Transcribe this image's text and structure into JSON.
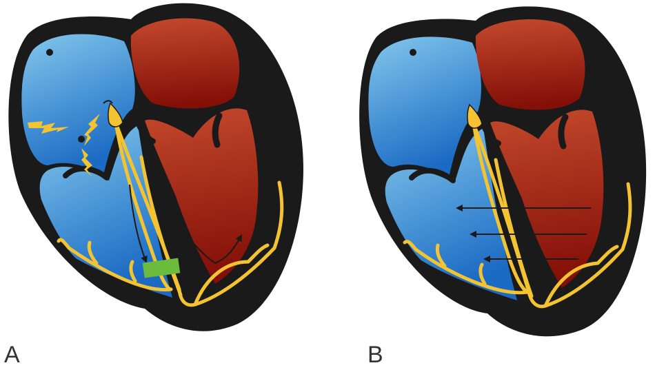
{
  "panels": [
    {
      "letter": "A"
    },
    {
      "letter": "B"
    }
  ],
  "colors": {
    "outline": "#1a1a1a",
    "right_heart_light": "#7ec3ea",
    "right_heart_dark": "#1d6fc6",
    "left_heart_light": "#c0452a",
    "left_heart_dark": "#851008",
    "conduction": "#f3c331",
    "block": "#6cbb3c"
  },
  "icons": {
    "panel_a": [
      "sa-node-dot",
      "av-node-dot",
      "lightning-bolt-icon",
      "reentry-arrow",
      "conduction-block"
    ],
    "panel_b": [
      "sa-node-dot",
      "activation-arrow-icon"
    ]
  }
}
